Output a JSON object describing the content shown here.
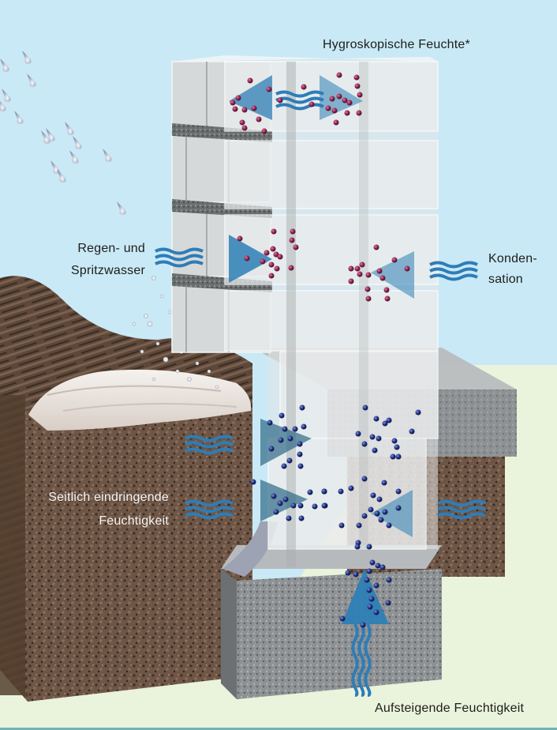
{
  "title": "Feuchtequellen im Mauerwerk",
  "labels": {
    "hygroscopic": "Hygroskopische Feuchte*",
    "rain_line1": "Regen- und",
    "rain_line2": "Spritzwasser",
    "condensation_line1": "Konden-",
    "condensation_line2": "sation",
    "lateral_line1": "Seitlich eindringende",
    "lateral_line2": "Feuchtigkeit",
    "rising": "Aufsteigende Feuchtigkeit"
  },
  "colors": {
    "sky": "#c9e9f6",
    "ground_plane": "#eaf3dc",
    "soil": "#6e5646",
    "soil_dark": "#3e3026",
    "brick": "#d9dcdb",
    "mortar": "#6b6f70",
    "concrete": "#8e9193",
    "arrow_blue": "#2e7fb5",
    "water_wave": "#2d7db8",
    "hygro_particle": "#8a2350",
    "water_particle": "#1e2f7c",
    "splash": "#e8ecee",
    "bottom_rule": "#6fb3b8"
  },
  "icons": {
    "rain_drops": "raindrop-icon",
    "wave_arrows": "water-wave-icon",
    "direction_arrows": "triangle-arrow-icon",
    "particles": "moisture-particle-icon"
  }
}
